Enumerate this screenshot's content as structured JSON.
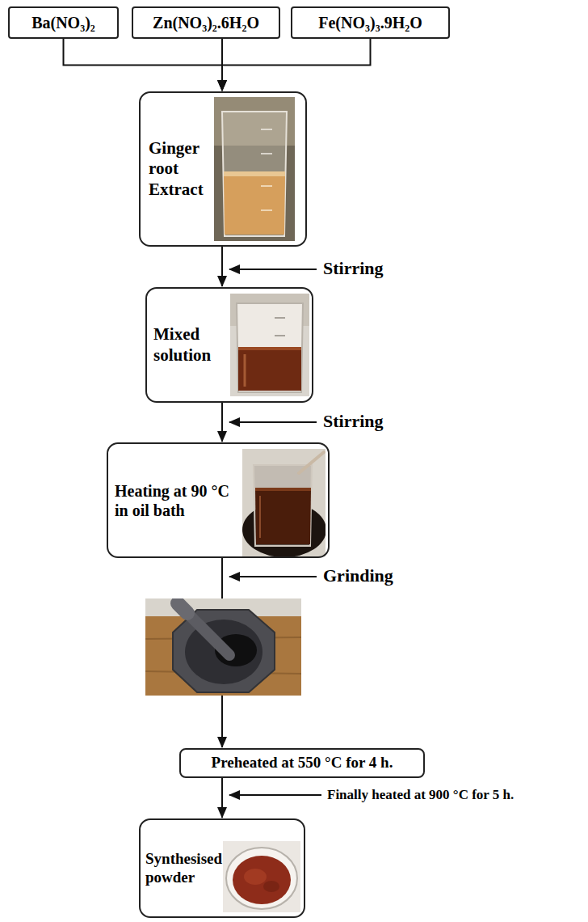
{
  "diagram": {
    "nodes": [
      {
        "text": [
          "Ba(NO₃)₂"
        ]
      },
      {
        "text": [
          "Zn(NO₃)₂.6H₂O"
        ]
      },
      {
        "text": [
          "Fe(NO₃)₃.9H₂O"
        ]
      },
      {
        "text": [
          "Ginger root Extract"
        ]
      },
      {
        "text": [
          "Mixed solution"
        ]
      },
      {
        "text": [
          "Heating at 90 °C in oil bath"
        ]
      },
      {
        "text": [
          "Preheated at 550 °C for 4 h."
        ]
      },
      {
        "text": [
          "Synthesised powder"
        ]
      }
    ],
    "edges": [
      {
        "from": 0,
        "to": 3,
        "arrow": "to"
      },
      {
        "from": 1,
        "to": 3,
        "arrow": "to"
      },
      {
        "from": 2,
        "to": 3,
        "arrow": "to"
      },
      {
        "from": 3,
        "to": 4,
        "arrow": "to"
      },
      {
        "from": 4,
        "to": 5,
        "arrow": "to"
      },
      {
        "from": 5,
        "to": 6,
        "arrow": "to"
      },
      {
        "from": 6,
        "to": 7,
        "arrow": "to"
      }
    ],
    "labels": [
      "Stirring",
      "Stirring",
      "Grinding",
      "Finally heated at 900 °C for 5 h."
    ]
  }
}
